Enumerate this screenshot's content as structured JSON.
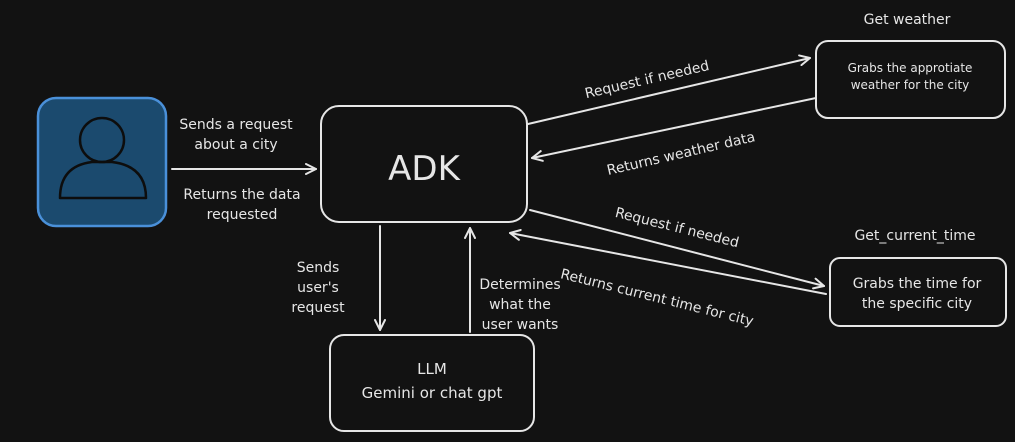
{
  "nodes": {
    "user": {
      "icon": "user-icon"
    },
    "adk": {
      "label": "ADK"
    },
    "llm": {
      "line1": "LLM",
      "line2": "Gemini or chat gpt"
    },
    "weather": {
      "title": "Get weather",
      "line1": "Grabs the approtiate",
      "line2": "weather for the city"
    },
    "time": {
      "title": "Get_current_time",
      "line1": "Grabs the time for",
      "line2": "the specific city"
    }
  },
  "edges": {
    "user_to_adk": {
      "line1": "Sends a request",
      "line2": "about a city"
    },
    "adk_to_user": {
      "line1": "Returns the data",
      "line2": "requested"
    },
    "adk_to_llm": {
      "line1": "Sends",
      "line2": "user's",
      "line3": "request"
    },
    "llm_to_adk": {
      "line1": "Determines",
      "line2": "what the",
      "line3": "user wants"
    },
    "adk_to_weather": {
      "label": "Request if needed"
    },
    "weather_to_adk": {
      "label": "Returns weather data"
    },
    "adk_to_time": {
      "label": "Request if needed"
    },
    "time_to_adk": {
      "label": "Returns current time for city"
    }
  },
  "colors": {
    "background": "#121212",
    "stroke": "#e6e6e6",
    "user_fill": "#1b4a6e",
    "user_border": "#4a90d9"
  }
}
